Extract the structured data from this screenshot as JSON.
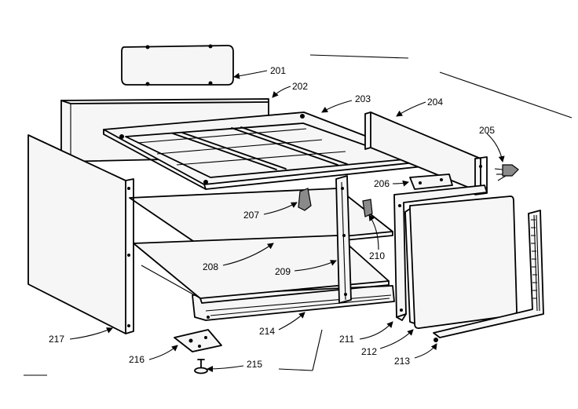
{
  "diagram": {
    "parts": [
      {
        "id": "201",
        "name": "top-cover-plate"
      },
      {
        "id": "202",
        "name": "rear-panel"
      },
      {
        "id": "203",
        "name": "top-frame"
      },
      {
        "id": "204",
        "name": "right-side-panel"
      },
      {
        "id": "205",
        "name": "latch"
      },
      {
        "id": "206",
        "name": "bracket"
      },
      {
        "id": "207",
        "name": "clip"
      },
      {
        "id": "208",
        "name": "shelf"
      },
      {
        "id": "209",
        "name": "front-post"
      },
      {
        "id": "210",
        "name": "clip"
      },
      {
        "id": "211",
        "name": "door-frame"
      },
      {
        "id": "212",
        "name": "door"
      },
      {
        "id": "213",
        "name": "door-trim"
      },
      {
        "id": "214",
        "name": "bottom-rail"
      },
      {
        "id": "215",
        "name": "leveling-foot"
      },
      {
        "id": "216",
        "name": "corner-bracket"
      },
      {
        "id": "217",
        "name": "left-side-panel"
      }
    ]
  }
}
